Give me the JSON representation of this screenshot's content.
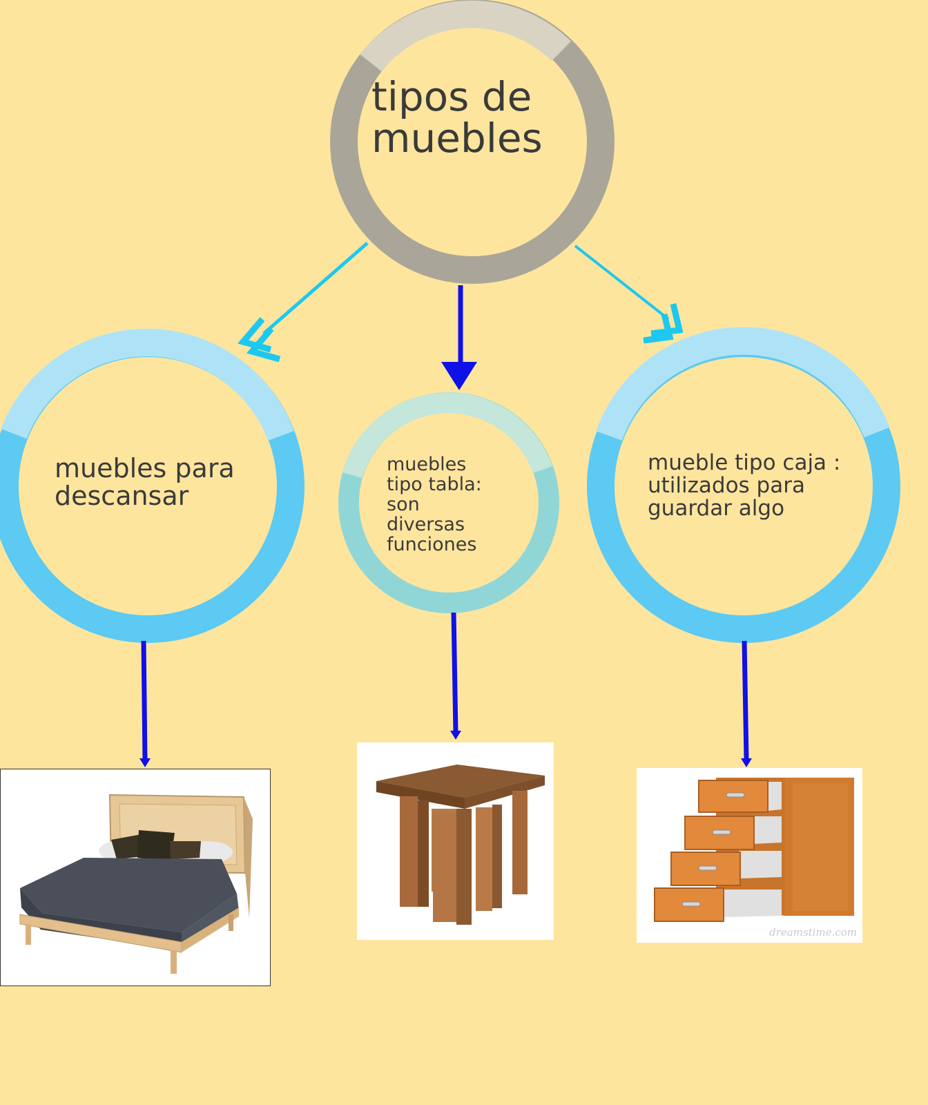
{
  "diagram": {
    "root": {
      "label": "tipos de\nmuebles"
    },
    "children": [
      {
        "id": "descansar",
        "label": "muebles para\ndescansar",
        "image": "bed"
      },
      {
        "id": "tabla",
        "label": "muebles\ntipo tabla:\nson\ndiversas\nfunciones",
        "image": "table"
      },
      {
        "id": "caja",
        "label": " mueble tipo caja :\nutilizados para\nguardar algo",
        "image": "cabinet"
      }
    ]
  },
  "images": {
    "cabinet_watermark": "dreamstime.com"
  },
  "colors": {
    "background": "#fee59e",
    "root_ring": "#a9a598",
    "root_ring_top": "#d8d3c3",
    "side_ring": "#5ccaf2",
    "side_ring_top": "#aee3f7",
    "center_ring": "#90d6d7",
    "center_ring_top": "#c5e6da",
    "arrow_cyan": "#1cc8f0",
    "arrow_blue": "#1010e8"
  }
}
